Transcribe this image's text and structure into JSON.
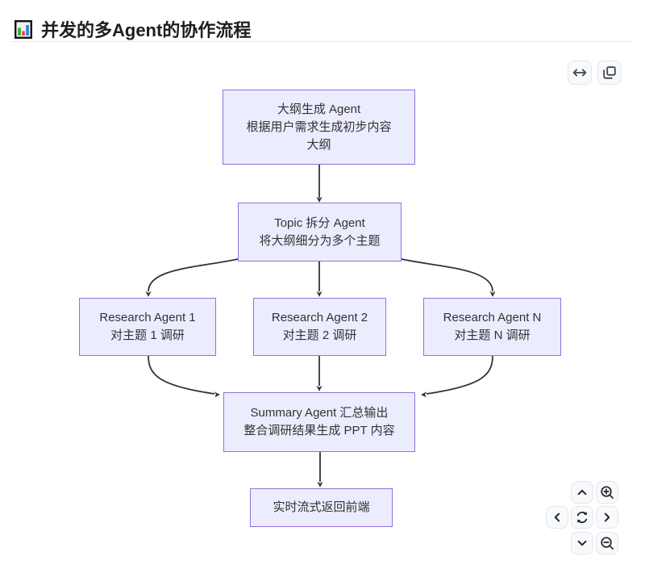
{
  "header": {
    "title": "并发的多Agent的协作流程",
    "icon": "bar-chart-icon",
    "icon_colors": {
      "frame": "#111111",
      "bar1": "#34a837",
      "bar2": "#e34f33",
      "bar3": "#2f7ff0"
    }
  },
  "toolbar": {
    "buttons": [
      {
        "id": "expand-width",
        "icon": "arrows-horizontal-icon"
      },
      {
        "id": "copy",
        "icon": "copy-icon"
      }
    ]
  },
  "pan_zoom_controls": {
    "buttons": [
      {
        "id": "pan-up",
        "icon": "chevron-up-icon"
      },
      {
        "id": "zoom-in",
        "icon": "zoom-in-icon"
      },
      {
        "id": "pan-left",
        "icon": "chevron-left-icon"
      },
      {
        "id": "reset-view",
        "icon": "reset-icon"
      },
      {
        "id": "pan-right",
        "icon": "chevron-right-icon"
      },
      {
        "id": "pan-down",
        "icon": "chevron-down-icon"
      },
      {
        "id": "zoom-out",
        "icon": "zoom-out-icon"
      }
    ]
  },
  "diagram": {
    "type": "flowchart-top-down",
    "colors": {
      "node_fill": "#ECECFF",
      "node_border": "#9370DB",
      "edge": "#333333",
      "text": "#333333"
    },
    "nodes": {
      "outline": {
        "lines": [
          "大纲生成 Agent",
          "根据用户需求生成初步内容",
          "大纲"
        ]
      },
      "topic": {
        "lines": [
          "Topic 拆分 Agent",
          "将大纲细分为多个主题"
        ]
      },
      "research1": {
        "lines": [
          "Research Agent 1",
          "对主题 1 调研"
        ]
      },
      "research2": {
        "lines": [
          "Research Agent 2",
          "对主题 2 调研"
        ]
      },
      "researchN": {
        "lines": [
          "Research Agent N",
          "对主题 N 调研"
        ]
      },
      "summary": {
        "lines": [
          "Summary Agent 汇总输出",
          "整合调研结果生成 PPT 内容"
        ]
      },
      "stream": {
        "lines": [
          "实时流式返回前端"
        ]
      }
    },
    "edges": [
      {
        "from": "outline",
        "to": "topic"
      },
      {
        "from": "topic",
        "to": "research1"
      },
      {
        "from": "topic",
        "to": "research2"
      },
      {
        "from": "topic",
        "to": "researchN"
      },
      {
        "from": "research1",
        "to": "summary"
      },
      {
        "from": "research2",
        "to": "summary"
      },
      {
        "from": "researchN",
        "to": "summary"
      },
      {
        "from": "summary",
        "to": "stream"
      }
    ]
  }
}
